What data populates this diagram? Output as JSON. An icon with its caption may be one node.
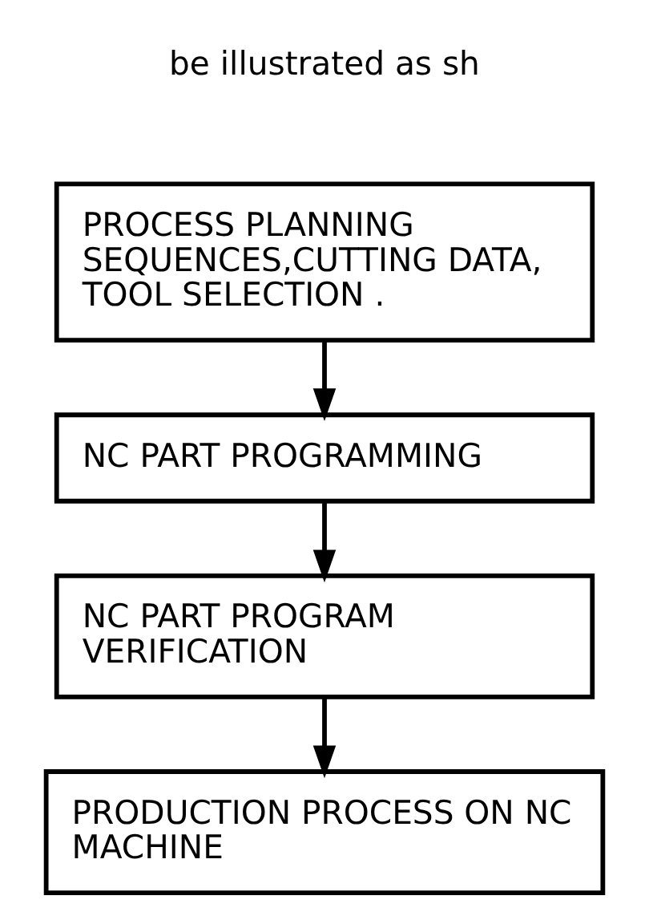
{
  "diagram": {
    "nodes": [
      {
        "text": [
          "PROCESS PLANNING SEQUENCES,CUTTING DATA, TOOL SELECTION ."
        ]
      },
      {
        "text": [
          "NC PART PROGRAMMING"
        ]
      },
      {
        "text": [
          "NC PART PROGRAM VERIFICATION"
        ]
      },
      {
        "text": [
          "PRODUCTION PROCESS ON NC MACHINE"
        ]
      }
    ],
    "edges": [
      {
        "from": 0,
        "to": 1,
        "arrow": "to"
      },
      {
        "from": 1,
        "to": 2,
        "arrow": "to"
      },
      {
        "from": 2,
        "to": 3,
        "arrow": "to"
      }
    ],
    "labels": [
      "be illustrated as sh"
    ]
  }
}
